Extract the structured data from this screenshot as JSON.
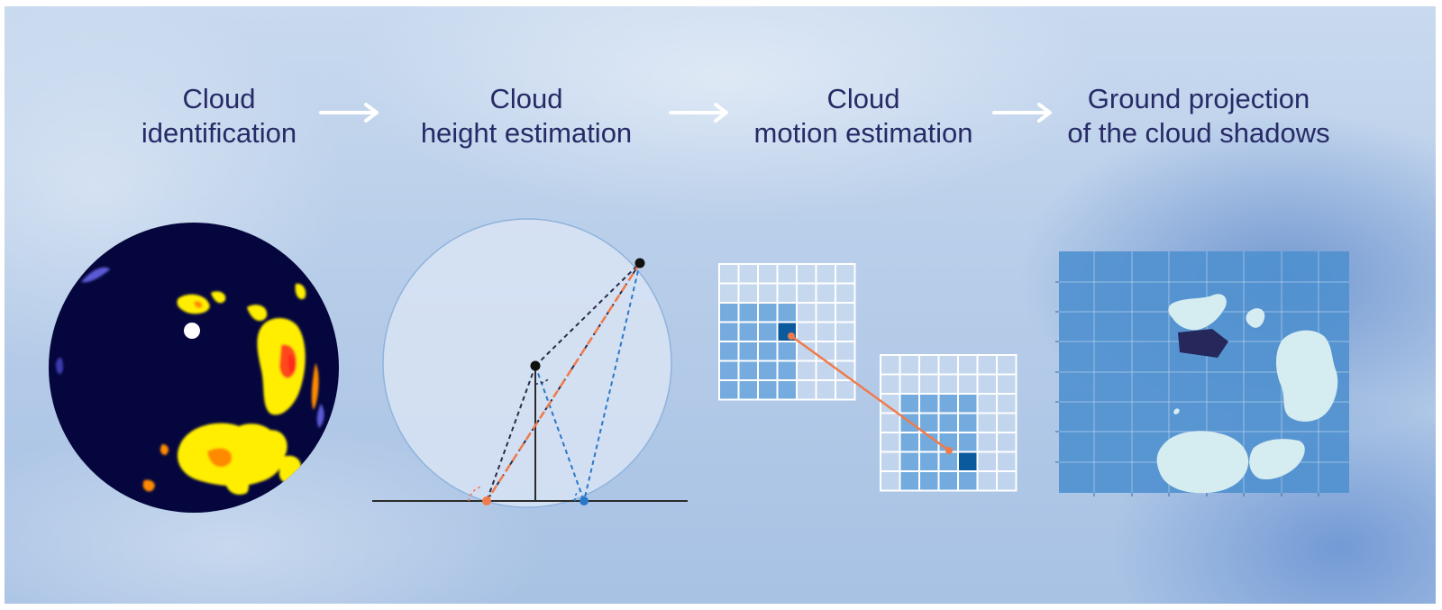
{
  "steps": [
    {
      "title": "Cloud\nidentification"
    },
    {
      "title": "Cloud\nheight estimation"
    },
    {
      "title": "Cloud\nmotion estimation"
    },
    {
      "title": "Ground projection\nof the cloud shadows"
    }
  ],
  "colors": {
    "title_text": "#262a66",
    "arrow": "#ffffff",
    "sky_disk": "#05063d",
    "cloud_hot": "#ffee00",
    "cloud_mid": "#ff8a00",
    "cloud_core": "#ff2a1a",
    "sun": "#ffffff",
    "dome": "#dde7f6",
    "orange_ray": "#f07a4a",
    "blue_ray": "#2a78c9",
    "grid_cell_fill": "#6aa6dc",
    "grid_cell_highlight": "#0b5a9e",
    "map_background": "#4f90cf",
    "shadow_patch": "#d5ecf0",
    "cloud_polygon": "#26275a"
  },
  "icons": {
    "flow_arrow": "right-arrow-icon",
    "sun": "sun-icon"
  },
  "motion_grid": {
    "rows": 7,
    "cols": 7,
    "source_block": {
      "row_start": 2,
      "row_end": 6,
      "col_start": 0,
      "col_end": 3,
      "highlight": [
        3,
        3
      ]
    },
    "target_block": {
      "row_start": 2,
      "row_end": 6,
      "col_start": 1,
      "col_end": 4,
      "highlight": [
        5,
        4
      ]
    }
  }
}
